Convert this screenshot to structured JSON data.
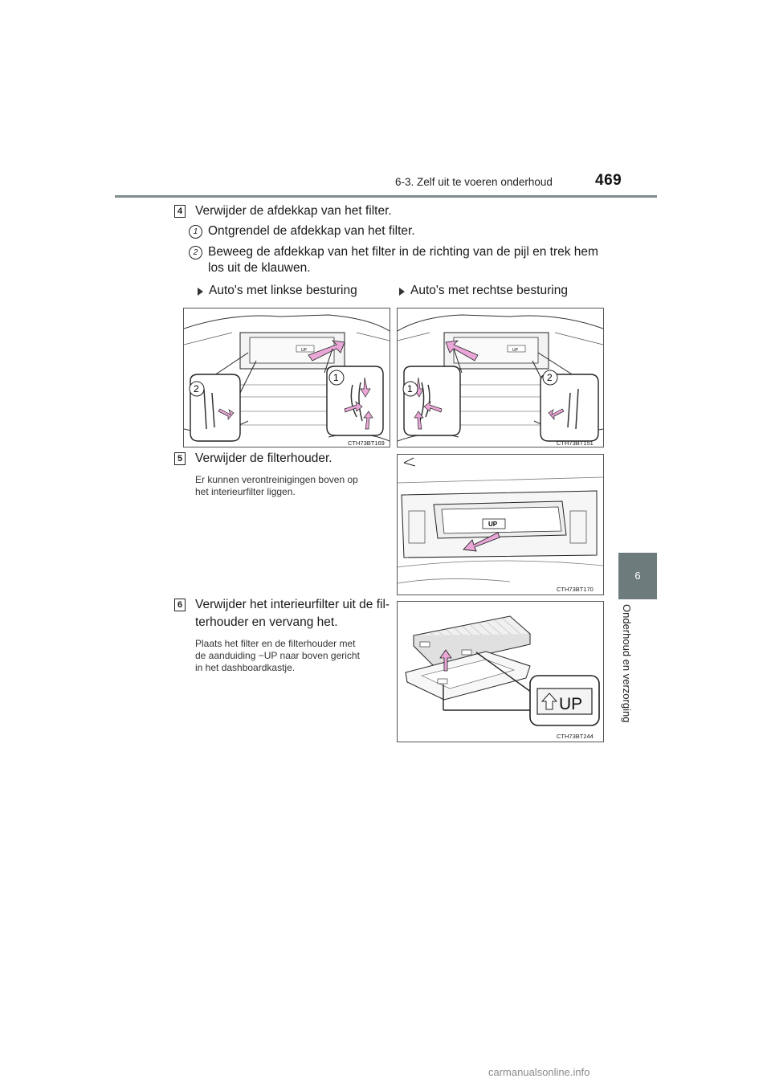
{
  "header": {
    "section": "6-3. Zelf uit te voeren onderhoud",
    "page_number": "469"
  },
  "side_tab": {
    "number": "6",
    "label": "Onderhoud en verzorging"
  },
  "step4": {
    "number": "4",
    "text": "Verwijder de afdekkap van het filter.",
    "sub1_num": "1",
    "sub1_text": "Ontgrendel de afdekkap van het filter.",
    "sub2_num": "2",
    "sub2_line1": "Beweeg de afdekkap van het filter in de richting van de pijl en trek hem",
    "sub2_line2": "los uit de klauwen.",
    "left_label": "Auto's met linkse besturing",
    "right_label": "Auto's met rechtse besturing",
    "left_code": "CTH73BT169",
    "right_code": "CTH73BT151",
    "callouts": [
      "1",
      "2"
    ],
    "panel_label": "UP"
  },
  "step5": {
    "number": "5",
    "text": "Verwijder de filterhouder.",
    "note_line1": "Er kunnen verontreinigingen boven op",
    "note_line2": "het interieurfilter liggen.",
    "code": "CTH73BT170",
    "panel_label": "UP"
  },
  "step6": {
    "number": "6",
    "line1": "Verwijder het interieurfilter uit de fil-",
    "line2": "terhouder en vervang het.",
    "note_line1": "Plaats het filter en de filterhouder met",
    "note_line2": "de aanduiding −UP naar boven gericht",
    "note_line3": "in het dashboardkastje.",
    "code": "CTH73BT244",
    "callout_label": "UP"
  },
  "footer": {
    "watermark": "carmanualsonline.info"
  },
  "colors": {
    "rule": "#7f8c8d",
    "tab": "#6e7b7d",
    "arrow_fill": "#e9a6d6",
    "arrow_stroke": "#222222"
  }
}
